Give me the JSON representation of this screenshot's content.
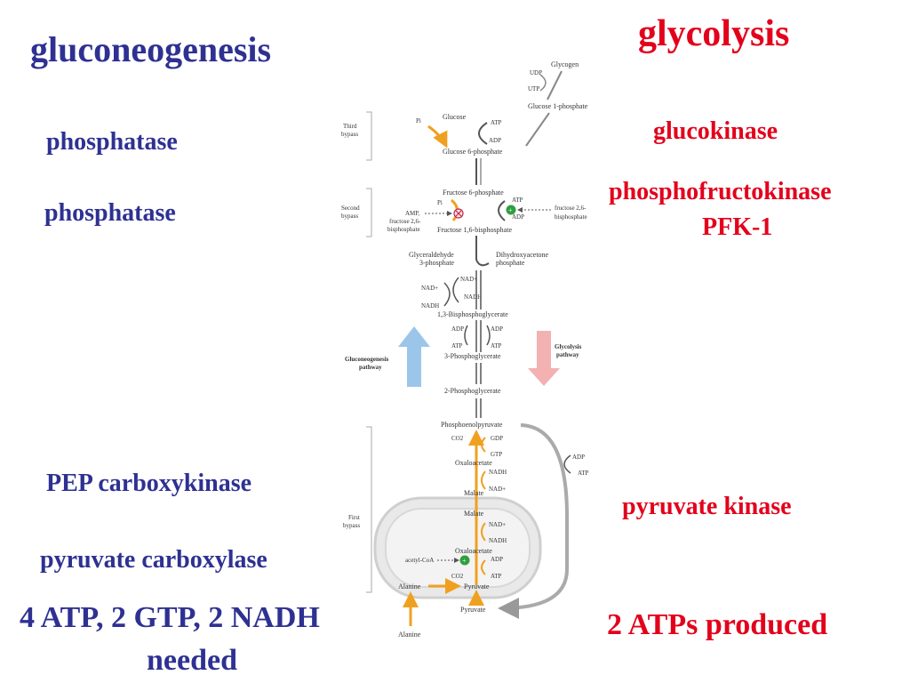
{
  "headings": {
    "left": "gluconeogenesis",
    "right": "glycolysis"
  },
  "left_enzymes": {
    "phosphatase_1": "phosphatase",
    "phosphatase_2": "phosphatase",
    "pep_carboxykinase": "PEP carboxykinase",
    "pyruvate_carboxylase": "pyruvate carboxylase",
    "cost_line1": "4 ATP, 2 GTP, 2 NADH",
    "cost_line2": "needed"
  },
  "right_enzymes": {
    "glucokinase": "glucokinase",
    "pfk_line1": "phosphofructokinase",
    "pfk_line2": "PFK-1",
    "pyruvate_kinase": "pyruvate kinase",
    "yield": "2 ATPs produced"
  },
  "colors": {
    "blue_text": "#2e3192",
    "red_text": "#e3001b",
    "bypass_orange": "#f0a020",
    "gluconeo_arrow": "#9cc5ea",
    "glycolysis_arrow": "#f3b1b1",
    "activator_green": "#2e9e3e",
    "inhibitor_red": "#c0284a"
  },
  "diagram": {
    "glycogen": "Glycogen",
    "udp": "UDP",
    "utp": "UTP",
    "glucose_1p": "Glucose 1-phosphate",
    "third_bypass_1": "Third",
    "third_bypass_2": "bypass",
    "pi": "Pi",
    "glucose": "Glucose",
    "atp": "ATP",
    "adp": "ADP",
    "glucose_6p": "Glucose 6-phosphate",
    "fructose_6p": "Fructose 6-phosphate",
    "second_bypass_1": "Second",
    "second_bypass_2": "bypass",
    "amp": "AMP,",
    "f26bp_left_1": "fructose 2,6-",
    "f26bp_left_2": "bisphosphate",
    "f26bp_right_1": "fructose 2,6-",
    "f26bp_right_2": "bisphosphate",
    "fructose_16bp": "Fructose 1,6-bisphosphate",
    "g3p_1": "Glyceraldehyde",
    "g3p_2": "3-phosphate",
    "dhap_1": "Dihydroxyacetone",
    "dhap_2": "phosphate",
    "nad_plus": "NAD+",
    "nadh": "NADH",
    "bpg13": "1,3-Bisphosphoglycerate",
    "pg3": "3-Phosphoglycerate",
    "gluconeo_path_1": "Gluconeogenesis",
    "gluconeo_path_2": "pathway",
    "glycolysis_path_1": "Glycolysis",
    "glycolysis_path_2": "pathway",
    "pg2": "2-Phosphoglycerate",
    "pep": "Phosphoenolpyruvate",
    "co2": "CO2",
    "gdp": "GDP",
    "gtp": "GTP",
    "oxaloacetate": "Oxaloacetate",
    "malate": "Malate",
    "first_bypass_1": "First",
    "first_bypass_2": "bypass",
    "acetyl_coa": "acetyl-CoA",
    "alanine": "Alanine",
    "pyruvate": "Pyruvate"
  }
}
